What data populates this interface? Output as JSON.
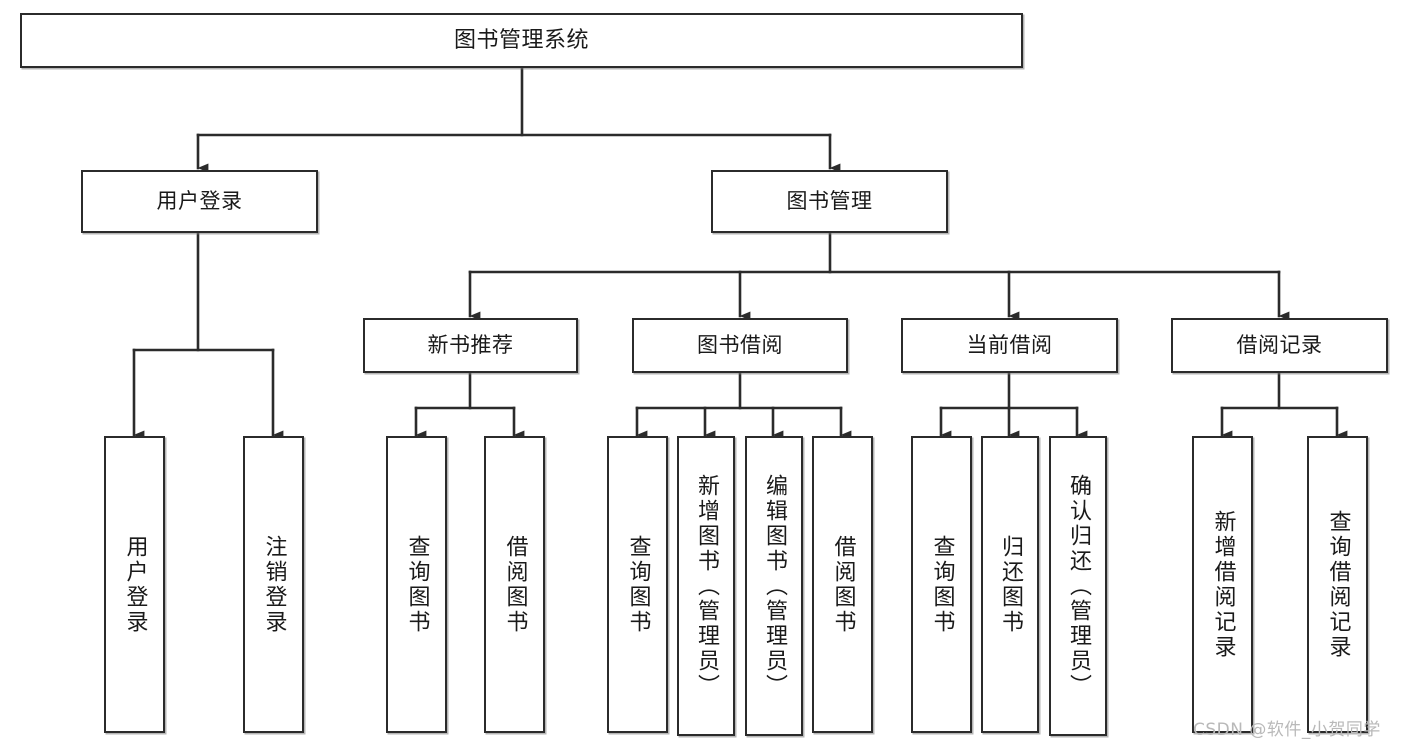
{
  "diagram": {
    "title": "图书管理系统",
    "type": "tree-hierarchy",
    "orientation": "top-down",
    "colors": {
      "node_border": "#2b2b2b",
      "node_fill": "#ffffff",
      "connector": "#2b2b2b",
      "text": "#1a1a1a",
      "watermark": "#b9b9b9",
      "background": "#ffffff"
    },
    "watermark": "CSDN @软件_小贺同学",
    "levels": {
      "root": {
        "label": "图书管理系统"
      },
      "level2": [
        {
          "id": "user-login",
          "label": "用户登录"
        },
        {
          "id": "book-manage",
          "label": "图书管理"
        }
      ],
      "level3": [
        {
          "id": "new-book-recommend",
          "label": "新书推荐",
          "parent": "book-manage"
        },
        {
          "id": "book-borrow",
          "label": "图书借阅",
          "parent": "book-manage"
        },
        {
          "id": "current-borrow",
          "label": "当前借阅",
          "parent": "book-manage"
        },
        {
          "id": "borrow-record",
          "label": "借阅记录",
          "parent": "book-manage"
        }
      ],
      "leaves": [
        {
          "id": "leaf-user-login",
          "label": "用户登录",
          "parent": "user-login"
        },
        {
          "id": "leaf-logout-login",
          "label": "注销登录",
          "parent": "user-login"
        },
        {
          "id": "leaf-query-book-1",
          "label": "查询图书",
          "parent": "new-book-recommend"
        },
        {
          "id": "leaf-borrow-book-1",
          "label": "借阅图书",
          "parent": "new-book-recommend"
        },
        {
          "id": "leaf-query-book-2",
          "label": "查询图书",
          "parent": "book-borrow"
        },
        {
          "id": "leaf-add-book",
          "label": "新增图书（管理员）",
          "parent": "book-borrow"
        },
        {
          "id": "leaf-edit-book",
          "label": "编辑图书（管理员）",
          "parent": "book-borrow"
        },
        {
          "id": "leaf-borrow-book-2",
          "label": "借阅图书",
          "parent": "book-borrow"
        },
        {
          "id": "leaf-query-book-3",
          "label": "查询图书",
          "parent": "current-borrow"
        },
        {
          "id": "leaf-return-book",
          "label": "归还图书",
          "parent": "current-borrow"
        },
        {
          "id": "leaf-confirm-return",
          "label": "确认归还（管理员）",
          "parent": "current-borrow"
        },
        {
          "id": "leaf-add-record",
          "label": "新增借阅记录",
          "parent": "borrow-record"
        },
        {
          "id": "leaf-query-record",
          "label": "查询借阅记录",
          "parent": "borrow-record"
        }
      ]
    }
  }
}
